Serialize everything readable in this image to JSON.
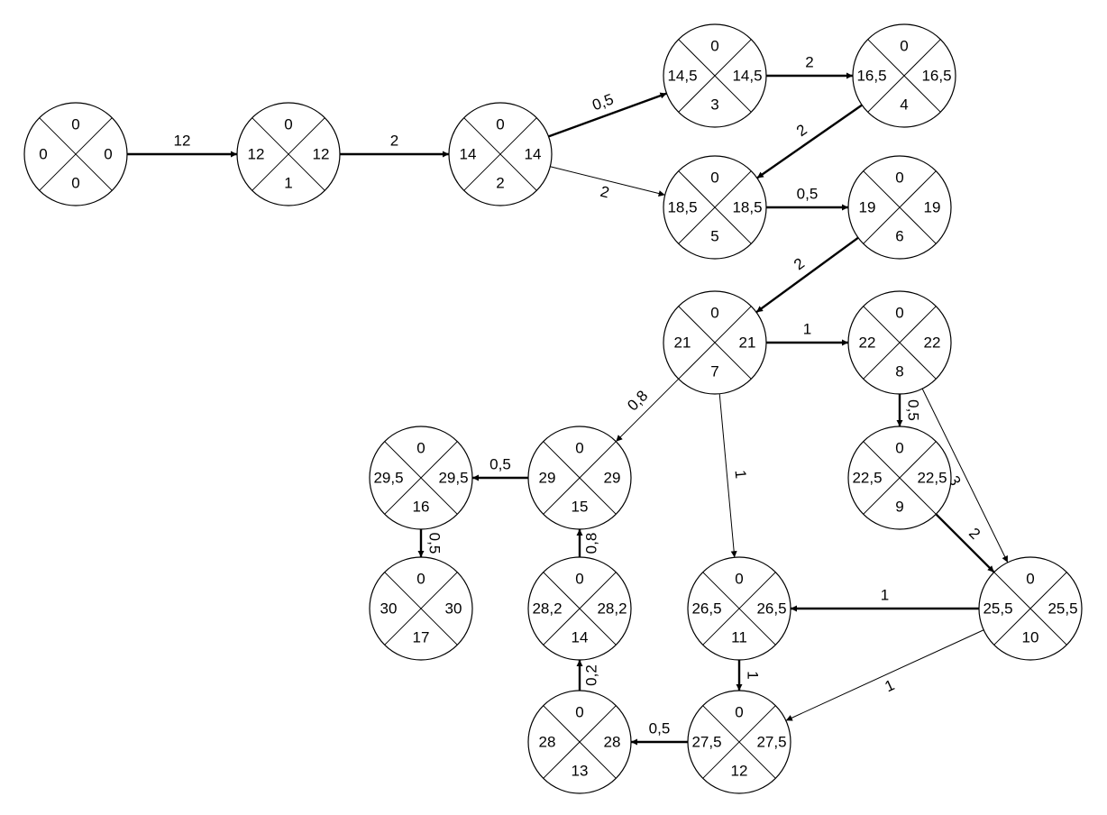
{
  "colors": {
    "stroke": "#000000",
    "background": "#ffffff"
  },
  "nodes": [
    {
      "id": "0",
      "top": "0",
      "left": "0",
      "right": "0",
      "bottom": "0"
    },
    {
      "id": "1",
      "top": "0",
      "left": "12",
      "right": "12",
      "bottom": "1"
    },
    {
      "id": "2",
      "top": "0",
      "left": "14",
      "right": "14",
      "bottom": "2"
    },
    {
      "id": "3",
      "top": "0",
      "left": "14,5",
      "right": "14,5",
      "bottom": "3"
    },
    {
      "id": "4",
      "top": "0",
      "left": "16,5",
      "right": "16,5",
      "bottom": "4"
    },
    {
      "id": "5",
      "top": "0",
      "left": "18,5",
      "right": "18,5",
      "bottom": "5"
    },
    {
      "id": "6",
      "top": "0",
      "left": "19",
      "right": "19",
      "bottom": "6"
    },
    {
      "id": "7",
      "top": "0",
      "left": "21",
      "right": "21",
      "bottom": "7"
    },
    {
      "id": "8",
      "top": "0",
      "left": "22",
      "right": "22",
      "bottom": "8"
    },
    {
      "id": "9",
      "top": "0",
      "left": "22,5",
      "right": "22,5",
      "bottom": "9"
    },
    {
      "id": "10",
      "top": "0",
      "left": "25,5",
      "right": "25,5",
      "bottom": "10"
    },
    {
      "id": "11",
      "top": "0",
      "left": "26,5",
      "right": "26,5",
      "bottom": "11"
    },
    {
      "id": "12",
      "top": "0",
      "left": "27,5",
      "right": "27,5",
      "bottom": "12"
    },
    {
      "id": "13",
      "top": "0",
      "left": "28",
      "right": "28",
      "bottom": "13"
    },
    {
      "id": "14",
      "top": "0",
      "left": "28,2",
      "right": "28,2",
      "bottom": "14"
    },
    {
      "id": "15",
      "top": "0",
      "left": "29",
      "right": "29",
      "bottom": "15"
    },
    {
      "id": "16",
      "top": "0",
      "left": "29,5",
      "right": "29,5",
      "bottom": "16"
    },
    {
      "id": "17",
      "top": "0",
      "left": "30",
      "right": "30",
      "bottom": "17"
    }
  ],
  "edges": [
    {
      "from": "0",
      "to": "1",
      "label": "12",
      "critical": true
    },
    {
      "from": "1",
      "to": "2",
      "label": "2",
      "critical": true
    },
    {
      "from": "2",
      "to": "3",
      "label": "0,5",
      "critical": true
    },
    {
      "from": "2",
      "to": "5",
      "label": "2",
      "critical": false
    },
    {
      "from": "3",
      "to": "4",
      "label": "2",
      "critical": true
    },
    {
      "from": "4",
      "to": "5",
      "label": "2",
      "critical": true
    },
    {
      "from": "5",
      "to": "6",
      "label": "0,5",
      "critical": true
    },
    {
      "from": "6",
      "to": "7",
      "label": "2",
      "critical": true
    },
    {
      "from": "7",
      "to": "8",
      "label": "1",
      "critical": true
    },
    {
      "from": "7",
      "to": "15",
      "label": "0,8",
      "critical": false
    },
    {
      "from": "7",
      "to": "11",
      "label": "1",
      "critical": false
    },
    {
      "from": "8",
      "to": "9",
      "label": "0,5",
      "critical": true
    },
    {
      "from": "8",
      "to": "10",
      "label": "3",
      "critical": false
    },
    {
      "from": "9",
      "to": "10",
      "label": "2",
      "critical": true
    },
    {
      "from": "10",
      "to": "11",
      "label": "1",
      "critical": true
    },
    {
      "from": "10",
      "to": "12",
      "label": "1",
      "critical": false
    },
    {
      "from": "11",
      "to": "12",
      "label": "1",
      "critical": true
    },
    {
      "from": "12",
      "to": "13",
      "label": "0,5",
      "critical": true
    },
    {
      "from": "13",
      "to": "14",
      "label": "0,2",
      "critical": true
    },
    {
      "from": "14",
      "to": "15",
      "label": "0,8",
      "critical": true
    },
    {
      "from": "15",
      "to": "16",
      "label": "0,5",
      "critical": true
    },
    {
      "from": "16",
      "to": "17",
      "label": "0,5",
      "critical": true
    }
  ]
}
